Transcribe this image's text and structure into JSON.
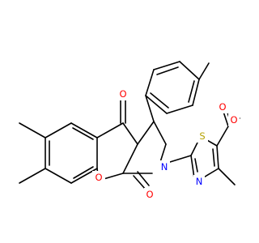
{
  "colors": {
    "background": "#ffffff",
    "carbon_bond": "#000000",
    "oxygen": "#ff0000",
    "nitrogen": "#0000ff",
    "sulfur": "#b5a200"
  },
  "atoms": {
    "O_ketone": "O",
    "O_chromone": "O",
    "O_lactam": "O",
    "N_pyrrole": "N",
    "S_thiazole": "S",
    "N_thiazole": "N",
    "O_ester_carbonyl": "O",
    "O_ester_ether": "O"
  }
}
